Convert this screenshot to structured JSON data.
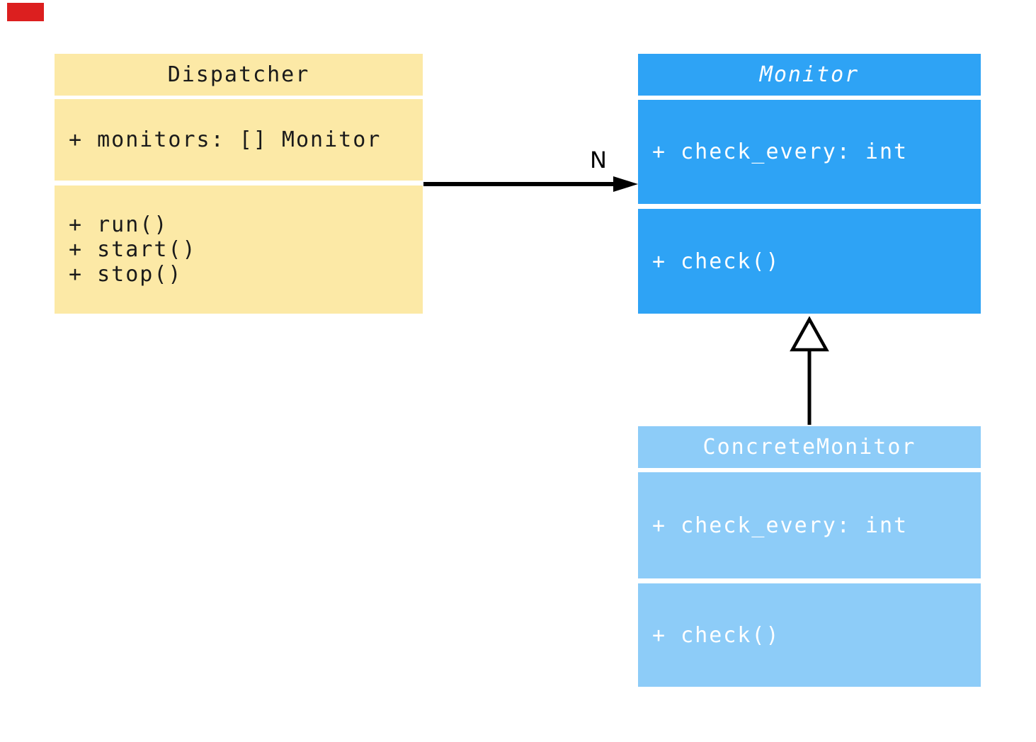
{
  "diagram": {
    "kind": "uml-class-diagram",
    "background_color": "#ffffff",
    "connector_color": "#000000",
    "marker_color": "#dc1f1f"
  },
  "classes": [
    {
      "name": "Dispatcher",
      "name_style": "normal",
      "fill": "#fce9a6",
      "text_color": "#1a1a1a",
      "attributes": [
        "+ monitors: [] Monitor"
      ],
      "methods": [
        "+ run()",
        "+ start()",
        "+ stop()"
      ]
    },
    {
      "name": "Monitor",
      "name_style": "italic",
      "fill": "#2ea3f5",
      "text_color": "#ffffff",
      "attributes": [
        "+ check_every: int"
      ],
      "methods": [
        "+ check()"
      ]
    },
    {
      "name": "ConcreteMonitor",
      "name_style": "normal",
      "fill": "#8dccf8",
      "text_color": "#ffffff",
      "attributes": [
        "+ check_every: int"
      ],
      "methods": [
        "+ check()"
      ]
    }
  ],
  "relationships": [
    {
      "type": "association",
      "from": "Dispatcher",
      "to": "Monitor",
      "label": "N",
      "arrowhead": "filled"
    },
    {
      "type": "inheritance",
      "from": "ConcreteMonitor",
      "to": "Monitor",
      "label": "",
      "arrowhead": "hollow-triangle"
    }
  ]
}
